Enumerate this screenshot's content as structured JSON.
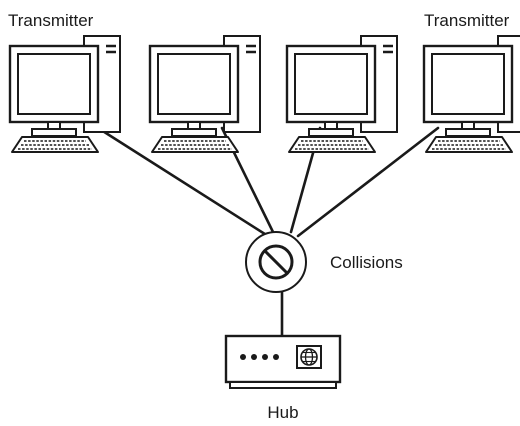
{
  "labels": {
    "transmitter_left": "Transmitter",
    "transmitter_right": "Transmitter",
    "collisions": "Collisions",
    "hub": "Hub"
  },
  "nodes": [
    {
      "id": "computer-1",
      "type": "computer",
      "label": "Transmitter"
    },
    {
      "id": "computer-2",
      "type": "computer",
      "label": ""
    },
    {
      "id": "computer-3",
      "type": "computer",
      "label": ""
    },
    {
      "id": "computer-4",
      "type": "computer",
      "label": "Transmitter"
    },
    {
      "id": "collision-point",
      "type": "collision-symbol",
      "label": "Collisions"
    },
    {
      "id": "hub",
      "type": "hub",
      "label": "Hub"
    }
  ],
  "edges": [
    {
      "from": "computer-1",
      "to": "collision-point"
    },
    {
      "from": "computer-2",
      "to": "collision-point"
    },
    {
      "from": "computer-3",
      "to": "collision-point"
    },
    {
      "from": "computer-4",
      "to": "collision-point"
    },
    {
      "from": "collision-point",
      "to": "hub"
    }
  ],
  "icons": {
    "computer": "desktop-computer-icon",
    "collision": "prohibited-icon",
    "hub": "network-hub-icon"
  }
}
